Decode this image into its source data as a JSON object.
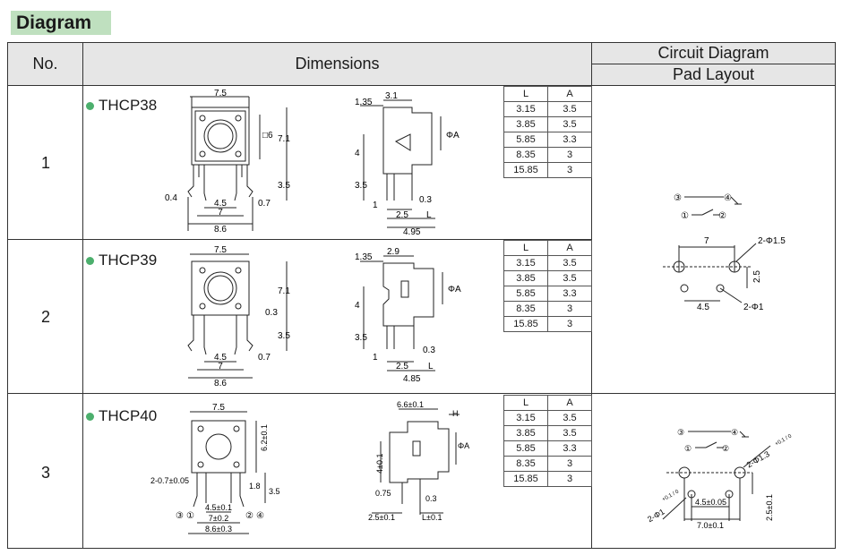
{
  "section_title": "Diagram",
  "headers": {
    "no": "No.",
    "dimensions": "Dimensions",
    "circuit": "Circuit Diagram",
    "pad": "Pad Layout"
  },
  "table_headers": {
    "l": "L",
    "a": "A"
  },
  "rows": [
    {
      "no": "1",
      "model": "THCP38",
      "front": {
        "w": "7.5",
        "side": "□6",
        "h": "7.1",
        "leg": "3.5",
        "lead": "0.4",
        "pin": "4.5",
        "pw": "7",
        "tw": "8.6",
        "k": "0.7"
      },
      "side": {
        "a": "1.35",
        "b": "3.1",
        "c": "4",
        "d": "3.5",
        "e": "1",
        "f": "0.3",
        "g": "2.5",
        "l": "L",
        "t": "4.95",
        "phi": "ΦA"
      },
      "la": [
        [
          "3.15",
          "3.5"
        ],
        [
          "3.85",
          "3.5"
        ],
        [
          "5.85",
          "3.3"
        ],
        [
          "8.35",
          "3"
        ],
        [
          "15.85",
          "3"
        ]
      ]
    },
    {
      "no": "2",
      "model": "THCP39",
      "front": {
        "w": "7.5",
        "h": "7.1",
        "k2": "0.3",
        "leg": "3.5",
        "pin": "4.5",
        "pw": "7",
        "tw": "8.6",
        "k": "0.7"
      },
      "side": {
        "a": "1.35",
        "b": "2.9",
        "c": "4",
        "d": "3.5",
        "e": "1",
        "f": "0.3",
        "g": "2.5",
        "l": "L",
        "t": "4.85",
        "phi": "ΦA"
      },
      "la": [
        [
          "3.15",
          "3.5"
        ],
        [
          "3.85",
          "3.5"
        ],
        [
          "5.85",
          "3.3"
        ],
        [
          "8.35",
          "3"
        ],
        [
          "15.85",
          "3"
        ]
      ]
    },
    {
      "no": "3",
      "model": "THCP40",
      "front": {
        "w": "7.5",
        "h": "6.2±0.1",
        "lead": "2-0.7±0.05",
        "k": "1.8",
        "leg": "3.5",
        "pin": "4.5±0.1",
        "pw": "7±0.2",
        "tw": "8.6±0.3"
      },
      "side": {
        "b": "6.6±0.1",
        "hh": "H",
        "c": "4±0.1",
        "f2": "0.75",
        "f": "0.3",
        "g": "2.5±0.1",
        "l": "L±0.1",
        "phi": "ΦA"
      },
      "la": [
        [
          "3.15",
          "3.5"
        ],
        [
          "3.85",
          "3.5"
        ],
        [
          "5.85",
          "3.3"
        ],
        [
          "8.35",
          "3"
        ],
        [
          "15.85",
          "3"
        ]
      ]
    }
  ],
  "pad12": {
    "w": "7",
    "hole_big": "2-Φ1.5",
    "v": "2.5",
    "pin": "4.5",
    "hole_small": "2-Φ1",
    "n1": "①",
    "n2": "②",
    "n3": "③",
    "n4": "④"
  },
  "pad3": {
    "hole_big": "2-Φ1.3",
    "hole_big_tol": "+0.1 / 0",
    "hole_small": "2-Φ1",
    "hole_small_tol": "+0.1 / 0",
    "pin": "4.5±0.05",
    "w": "7.0±0.1",
    "v": "2.5±0.1",
    "n1": "①",
    "n2": "②",
    "n3": "③",
    "n4": "④"
  }
}
